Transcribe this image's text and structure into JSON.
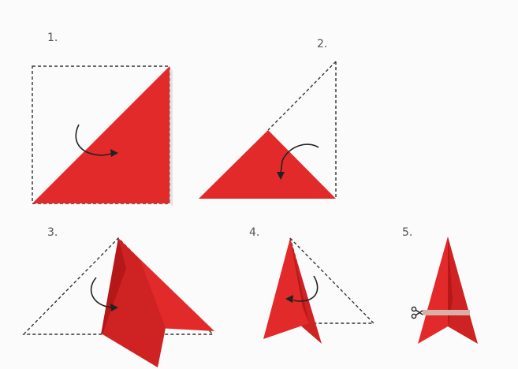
{
  "steps": [
    {
      "label": "1."
    },
    {
      "label": "2."
    },
    {
      "label": "3."
    },
    {
      "label": "4."
    },
    {
      "label": "5."
    }
  ],
  "colors": {
    "paper": "#e22a2a",
    "paper_shadow": "#b51818",
    "fold_line": "#333333",
    "background": "#fbfbfb"
  },
  "icons": {
    "fold_arrow": "curved-fold-arrow-icon",
    "scissors": "scissors-icon"
  }
}
